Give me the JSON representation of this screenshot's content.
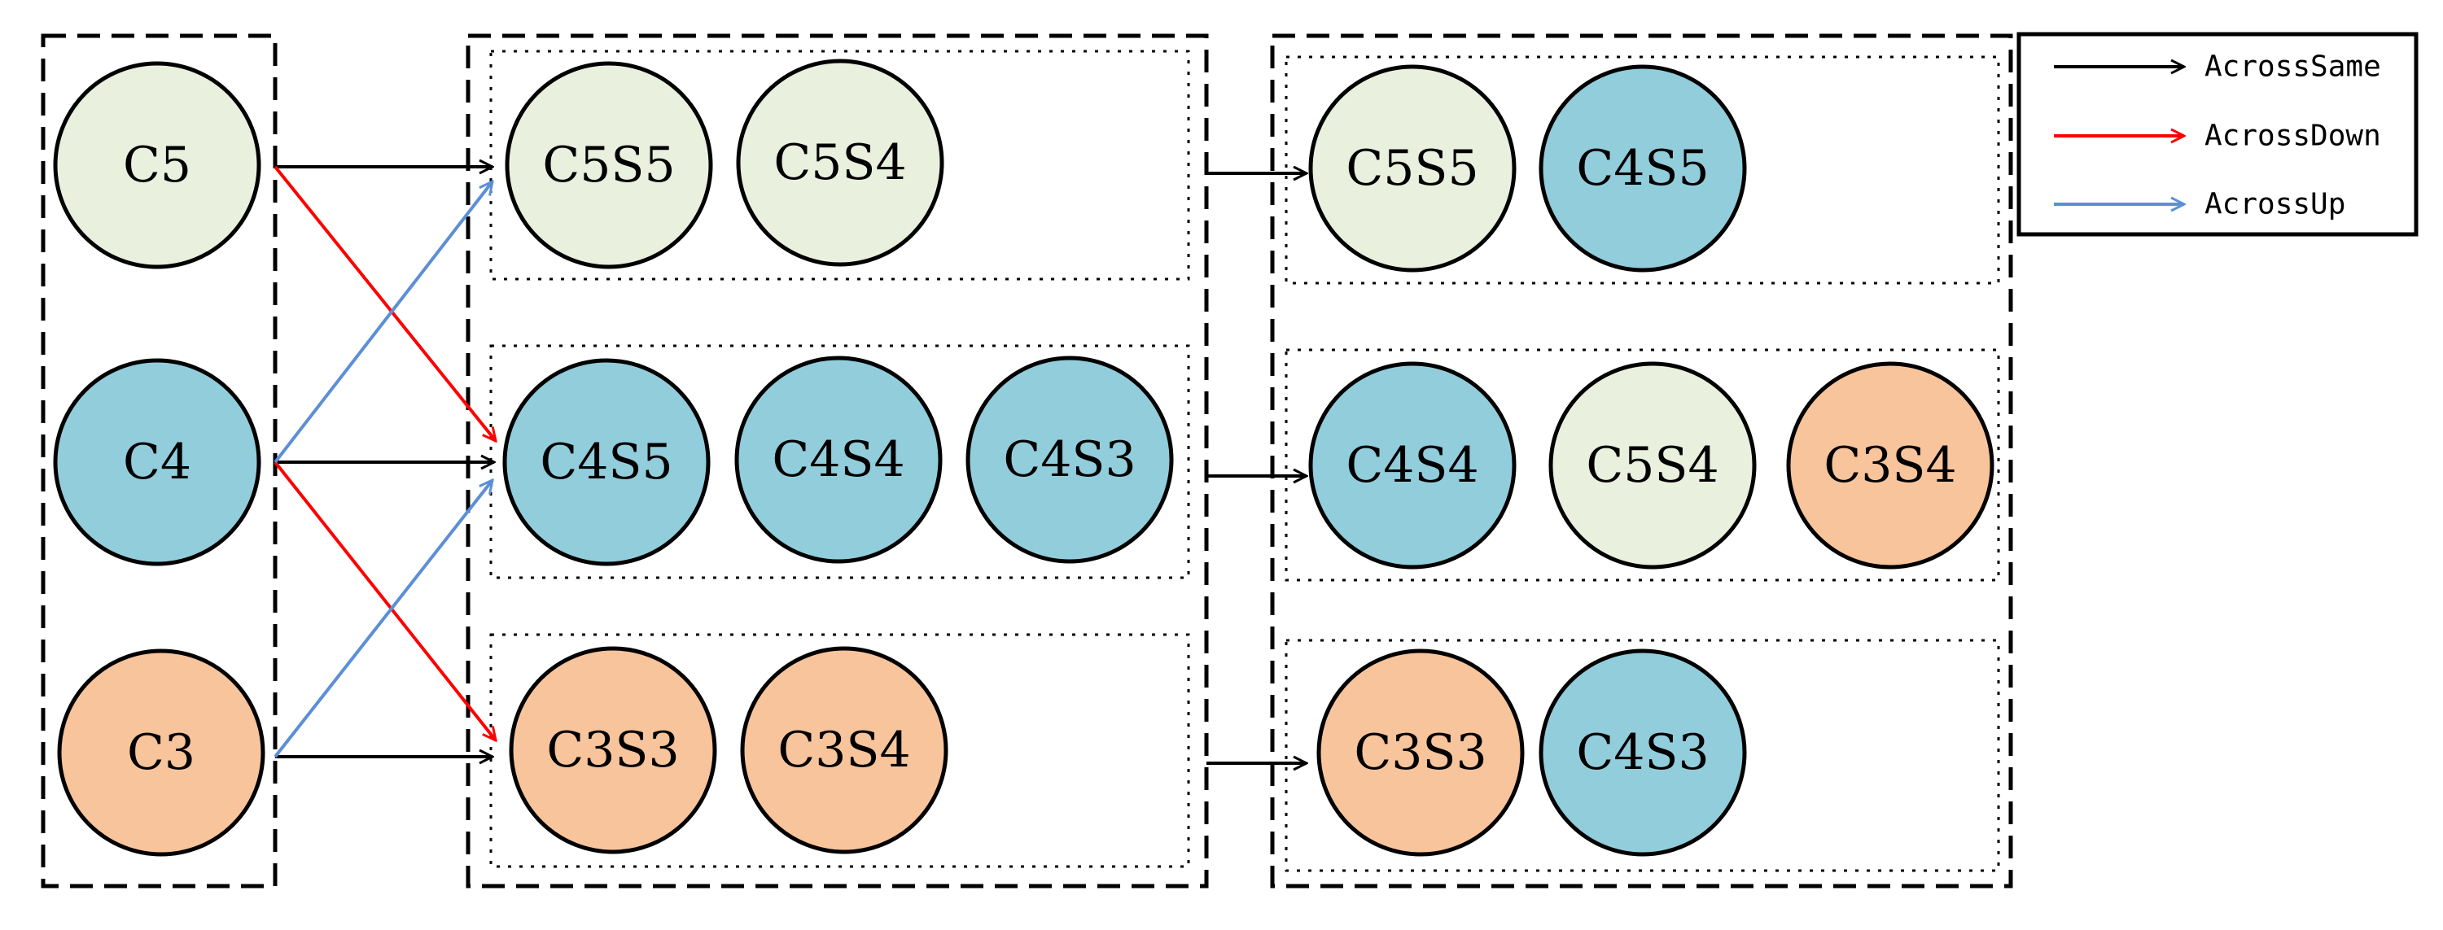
{
  "colors": {
    "C5": "#e9f0de",
    "C4": "#92cddc",
    "C3": "#f8c49b",
    "same": "#000000",
    "down": "#ff0000",
    "up": "#5b8fd6"
  },
  "columns": {
    "level": [
      "C5",
      "C4",
      "C3"
    ],
    "second": [
      [
        "C5S5",
        "C5S4"
      ],
      [
        "C4S5",
        "C4S4",
        "C4S3"
      ],
      [
        "C3S3",
        "C3S4"
      ]
    ],
    "third": [
      [
        "C5S5",
        "C4S5"
      ],
      [
        "C4S4",
        "C5S4",
        "C3S4"
      ],
      [
        "C3S3",
        "C4S3"
      ]
    ]
  },
  "legend": [
    {
      "label": "AcrossSame",
      "color": "#000000",
      "icon": "black-arrow-icon"
    },
    {
      "label": "AcrossDown",
      "color": "#ff0000",
      "icon": "red-arrow-icon"
    },
    {
      "label": "AcrossUp",
      "color": "#5b8fd6",
      "icon": "blue-arrow-icon"
    }
  ]
}
